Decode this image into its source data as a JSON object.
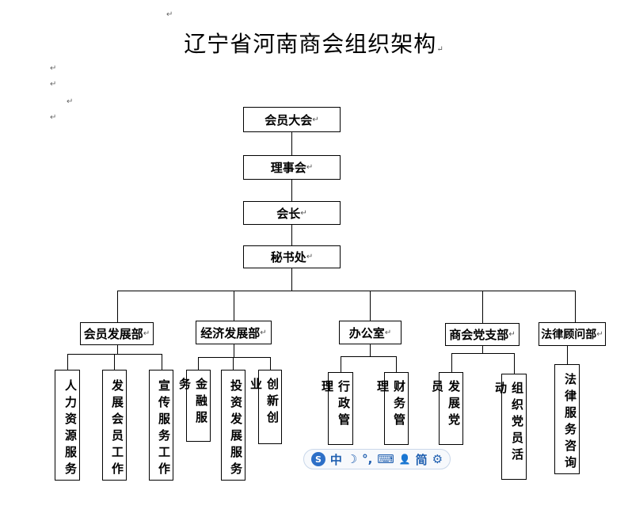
{
  "title": "辽宁省河南商会组织架构",
  "paragraph_mark": "↵",
  "top_boxes": [
    "会员大会",
    "理事会",
    "会长",
    "秘书处"
  ],
  "departments": [
    {
      "label": "会员发展部",
      "children": [
        "人力资源服务",
        "发展会员工作",
        "宣传服务工作"
      ]
    },
    {
      "label": "经济发展部",
      "children": [
        "金融服务",
        "投资发展服务",
        "创新创业"
      ]
    },
    {
      "label": "办公室",
      "children": [
        "行政管理",
        "财务管理"
      ]
    },
    {
      "label": "商会党支部",
      "children": [
        "发展党员",
        "组织党员活动"
      ]
    },
    {
      "label": "法律顾问部",
      "children": [
        "法律服务咨询"
      ]
    }
  ],
  "ime_toolbar": {
    "mode_label": "中",
    "moon_icon": "☽",
    "punct_icon": "°,",
    "keyboard_icon": "⌨",
    "user_icon": "👤",
    "simplified_label": "简",
    "settings_icon": "⚙"
  }
}
